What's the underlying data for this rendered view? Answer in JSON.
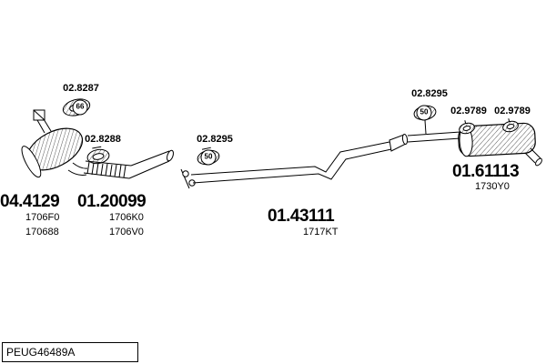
{
  "clamps": {
    "gasket_front": {
      "part": "02.8287",
      "badge": "66"
    },
    "flex_clamp": {
      "part": "02.8288"
    },
    "mid_clamp": {
      "part": "02.8295",
      "badge": "50"
    },
    "rear_clamp": {
      "part": "02.8295",
      "badge": "50"
    },
    "hanger_left": {
      "part": "02.9789"
    },
    "hanger_right": {
      "part": "02.9789"
    }
  },
  "parts": {
    "catalyst": {
      "number": "04.4129",
      "refs": [
        "1706F0",
        "170688"
      ]
    },
    "front_pipe": {
      "number": "01.20099",
      "refs": [
        "1706K0",
        "1706V0"
      ]
    },
    "middle_pipe": {
      "number": "01.43111",
      "refs": [
        "1717KT"
      ]
    },
    "rear_silencer": {
      "number": "01.61113",
      "refs": [
        "1730Y0"
      ]
    }
  },
  "footer": {
    "code": "PEUG46489A"
  }
}
